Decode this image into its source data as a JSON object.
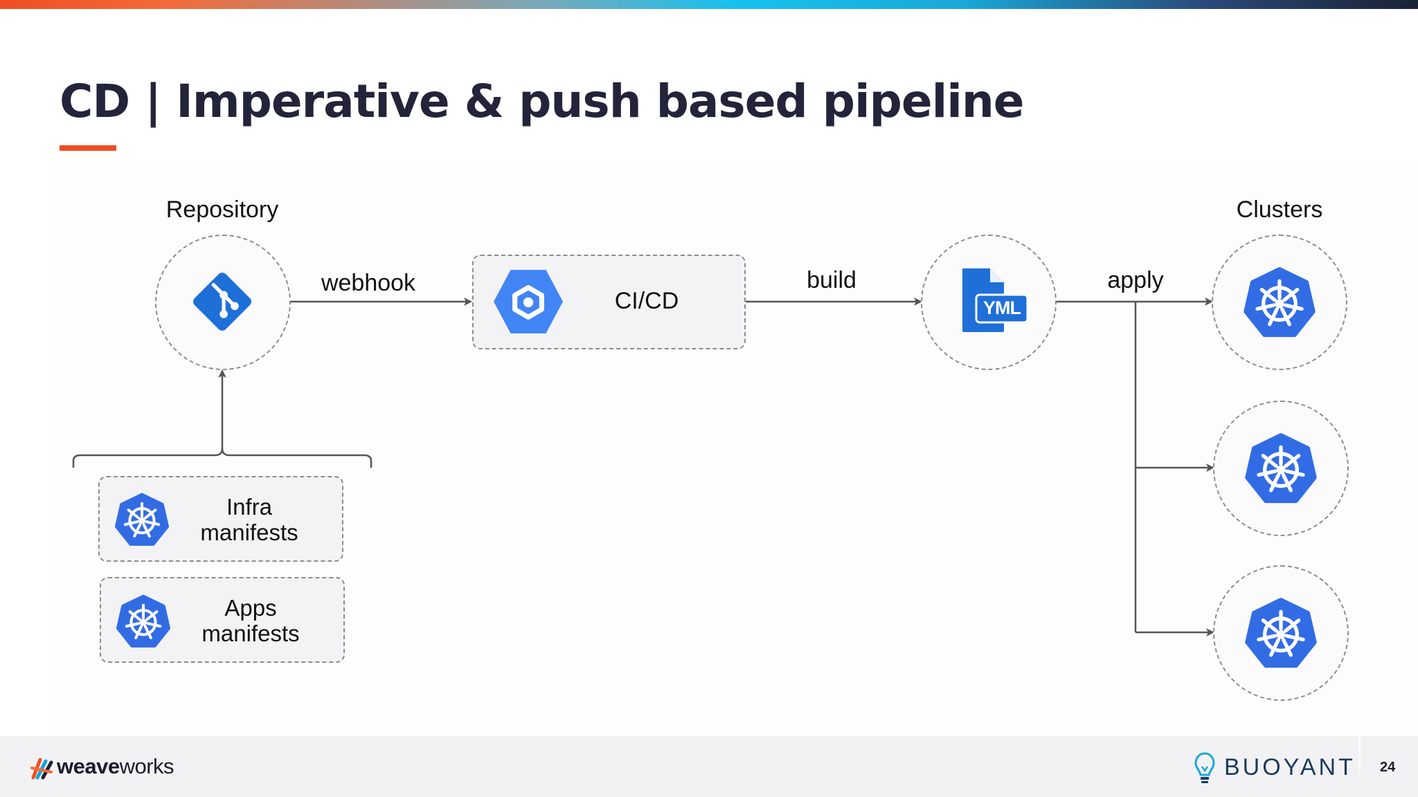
{
  "slide": {
    "title": "CD | Imperative & push based pipeline",
    "page_number": "24"
  },
  "diagram": {
    "repository_label": "Repository",
    "clusters_label": "Clusters",
    "edges": {
      "webhook": "webhook",
      "build": "build",
      "apply": "apply"
    },
    "cicd_label": "CI/CD",
    "yml_label": "YML",
    "manifests": [
      {
        "line1": "Infra",
        "line2": "manifests"
      },
      {
        "line1": "Apps",
        "line2": "manifests"
      }
    ]
  },
  "footer": {
    "left_logo_bold": "weave",
    "left_logo_regular": "works",
    "right_logo": "BUOYANT"
  },
  "colors": {
    "accent": "#f04e23",
    "title": "#23233a",
    "k8s_blue": "#326ce5",
    "git_blue": "#1f6fd9",
    "gcp_blue": "#4285f4",
    "buoyant": "#1b3b5e"
  },
  "icons": [
    "git-icon",
    "cloud-build-icon",
    "yaml-file-icon",
    "kubernetes-icon",
    "weaveworks-logo",
    "buoyant-logo"
  ]
}
